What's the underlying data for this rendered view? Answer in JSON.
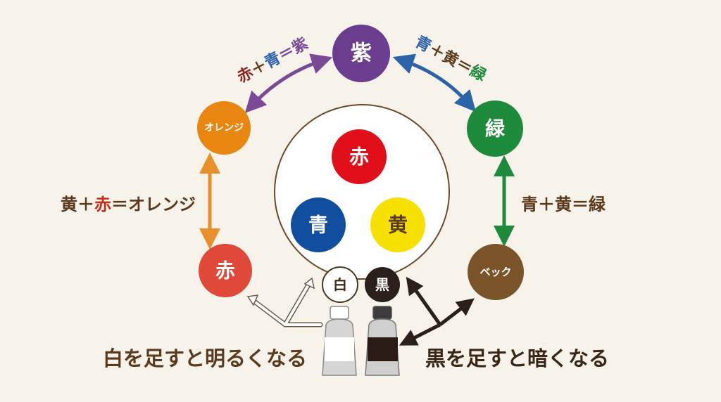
{
  "colors": {
    "background": "#f8f3ea",
    "text_brown": "#5a3a1c",
    "purple": "#6b3d8f",
    "orange": "#e8860f",
    "green": "#1e8a3c",
    "red_outer": "#e0483a",
    "brown": "#7a5428",
    "red": "#e0101a",
    "blue": "#124ea0",
    "yellow": "#f5e000",
    "black": "#2a1f1a"
  },
  "wheel": {
    "purple": "紫",
    "orange": "オレンジ",
    "green": "緑",
    "red": "赤",
    "brown": "ベック"
  },
  "primaries": {
    "red": "赤",
    "blue": "青",
    "yellow": "黄",
    "white": "白",
    "black": "黒"
  },
  "mix_labels": {
    "red_blue": [
      "赤",
      "＋",
      "青",
      "＝",
      "紫"
    ],
    "blue_yellow_top": [
      "青",
      "＋",
      "黄",
      "＝",
      "緑"
    ],
    "yellow_red": [
      "黄",
      "＋",
      "赤",
      "＝オレンジ"
    ],
    "blue_yellow_right": [
      "青",
      "＋",
      "黄",
      "＝",
      "緑"
    ]
  },
  "captions": {
    "white": "白を足すと明るくなる",
    "black": "黒を足すと暗くなる"
  }
}
